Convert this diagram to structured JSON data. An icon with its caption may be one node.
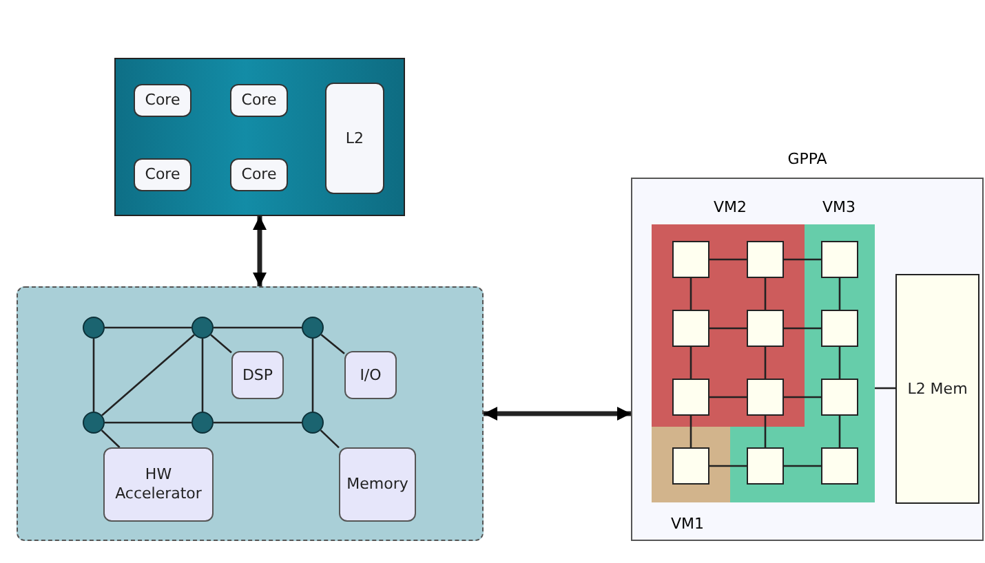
{
  "diagram": {
    "nodes": [
      {
        "text": [],
        "shape": "box"
      },
      {
        "text": [
          "Core"
        ],
        "in": 0
      },
      {
        "text": [
          "Core"
        ],
        "in": 0
      },
      {
        "text": [
          "Core"
        ],
        "in": 0
      },
      {
        "text": [
          "Core"
        ],
        "in": 0
      },
      {
        "text": [
          "L2"
        ],
        "in": 0
      },
      {
        "text": [],
        "shape": "box"
      },
      {
        "text": [],
        "shape": "circle",
        "in": 6
      },
      {
        "text": [],
        "shape": "circle",
        "in": 6
      },
      {
        "text": [],
        "shape": "circle",
        "in": 6
      },
      {
        "text": [],
        "shape": "circle",
        "in": 6
      },
      {
        "text": [],
        "shape": "circle",
        "in": 6
      },
      {
        "text": [],
        "shape": "circle",
        "in": 6
      },
      {
        "text": [
          "DSP"
        ],
        "in": 6
      },
      {
        "text": [
          "I/O"
        ],
        "in": 6
      },
      {
        "text": [
          "HW Accelerator"
        ],
        "in": 6
      },
      {
        "text": [
          "Memory"
        ],
        "in": 6
      },
      {
        "text": [
          "GPPA"
        ]
      },
      {
        "text": [
          "VM2"
        ],
        "in": 17
      },
      {
        "text": [
          "VM3"
        ],
        "in": 17
      },
      {
        "text": [
          "VM1"
        ],
        "in": 17
      },
      {
        "text": [],
        "shape": "box",
        "in": 18
      },
      {
        "text": [],
        "shape": "box",
        "in": 18
      },
      {
        "text": [],
        "shape": "box",
        "in": 19
      },
      {
        "text": [],
        "shape": "box",
        "in": 18
      },
      {
        "text": [],
        "shape": "box",
        "in": 18
      },
      {
        "text": [],
        "shape": "box",
        "in": 19
      },
      {
        "text": [],
        "shape": "box",
        "in": 18
      },
      {
        "text": [],
        "shape": "box",
        "in": 18
      },
      {
        "text": [],
        "shape": "box",
        "in": 19
      },
      {
        "text": [],
        "shape": "box",
        "in": 20
      },
      {
        "text": [],
        "shape": "box",
        "in": 19
      },
      {
        "text": [],
        "shape": "box",
        "in": 19
      },
      {
        "text": [
          "L2 Mem"
        ],
        "in": 17
      }
    ],
    "edges": [
      {
        "from": 0,
        "to": 6,
        "arrow": "both",
        "style": "thick"
      },
      {
        "from": 6,
        "to": 17,
        "arrow": "both",
        "style": "thick"
      },
      {
        "from": 7,
        "to": 8,
        "arrow": "none"
      },
      {
        "from": 8,
        "to": 9,
        "arrow": "none"
      },
      {
        "from": 7,
        "to": 10,
        "arrow": "none"
      },
      {
        "from": 8,
        "to": 10,
        "arrow": "none"
      },
      {
        "from": 8,
        "to": 11,
        "arrow": "none"
      },
      {
        "from": 9,
        "to": 12,
        "arrow": "none"
      },
      {
        "from": 10,
        "to": 11,
        "arrow": "none"
      },
      {
        "from": 11,
        "to": 12,
        "arrow": "none"
      },
      {
        "from": 8,
        "to": 13,
        "arrow": "none"
      },
      {
        "from": 9,
        "to": 14,
        "arrow": "none"
      },
      {
        "from": 10,
        "to": 15,
        "arrow": "none"
      },
      {
        "from": 12,
        "to": 16,
        "arrow": "none"
      },
      {
        "from": 21,
        "to": 22,
        "arrow": "none"
      },
      {
        "from": 22,
        "to": 23,
        "arrow": "none"
      },
      {
        "from": 24,
        "to": 25,
        "arrow": "none"
      },
      {
        "from": 25,
        "to": 26,
        "arrow": "none"
      },
      {
        "from": 27,
        "to": 28,
        "arrow": "none"
      },
      {
        "from": 28,
        "to": 29,
        "arrow": "none"
      },
      {
        "from": 30,
        "to": 31,
        "arrow": "none"
      },
      {
        "from": 31,
        "to": 32,
        "arrow": "none"
      },
      {
        "from": 21,
        "to": 24,
        "arrow": "none"
      },
      {
        "from": 24,
        "to": 27,
        "arrow": "none"
      },
      {
        "from": 27,
        "to": 30,
        "arrow": "none"
      },
      {
        "from": 22,
        "to": 25,
        "arrow": "none"
      },
      {
        "from": 25,
        "to": 28,
        "arrow": "none"
      },
      {
        "from": 28,
        "to": 31,
        "arrow": "none"
      },
      {
        "from": 23,
        "to": 26,
        "arrow": "none"
      },
      {
        "from": 26,
        "to": 29,
        "arrow": "none"
      },
      {
        "from": 29,
        "to": 32,
        "arrow": "none"
      },
      {
        "from": 19,
        "to": 33,
        "arrow": "none"
      }
    ]
  }
}
